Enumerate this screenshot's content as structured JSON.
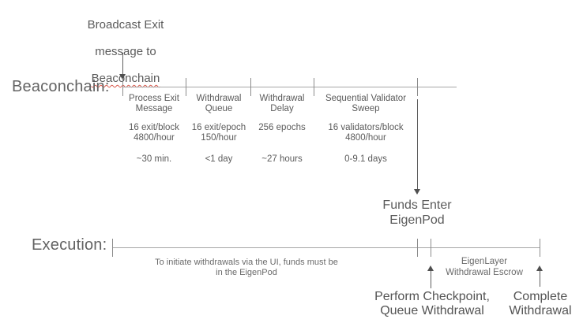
{
  "diagram": {
    "broadcast_note": {
      "line1": "Broadcast Exit",
      "line2": "message to",
      "line3": "Beaconchain"
    },
    "beaconchain": {
      "label": "Beaconchain:",
      "stages": [
        {
          "name": "Process Exit\nMessage",
          "rate": "16 exit/block\n4800/hour",
          "duration": "~30 min."
        },
        {
          "name": "Withdrawal\nQueue",
          "rate": "16 exit/epoch\n150/hour",
          "duration": "<1 day"
        },
        {
          "name": "Withdrawal\nDelay",
          "rate": "256 epochs",
          "duration": "~27 hours"
        },
        {
          "name": "Sequential Validator\nSweep",
          "rate": "16 validators/block\n4800/hour",
          "duration": "0-9.1 days"
        }
      ]
    },
    "funds_enter_label": "Funds Enter\nEigenPod",
    "execution": {
      "label": "Execution:",
      "ui_note": "To initiate withdrawals via the UI, funds must be\nin the EigenPod",
      "escrow_label": "EigenLayer\nWithdrawal Escrow",
      "perform_checkpoint_label": "Perform Checkpoint,\nQueue Withdrawal",
      "complete_withdrawal_label": "Complete\nWithdrawal"
    },
    "colors": {
      "text": "#595959",
      "timeline": "#a6a6a6",
      "tick": "#8c8c8c",
      "arrow": "#4f4f4f",
      "spellcheck_underline": "#d9594c"
    }
  }
}
